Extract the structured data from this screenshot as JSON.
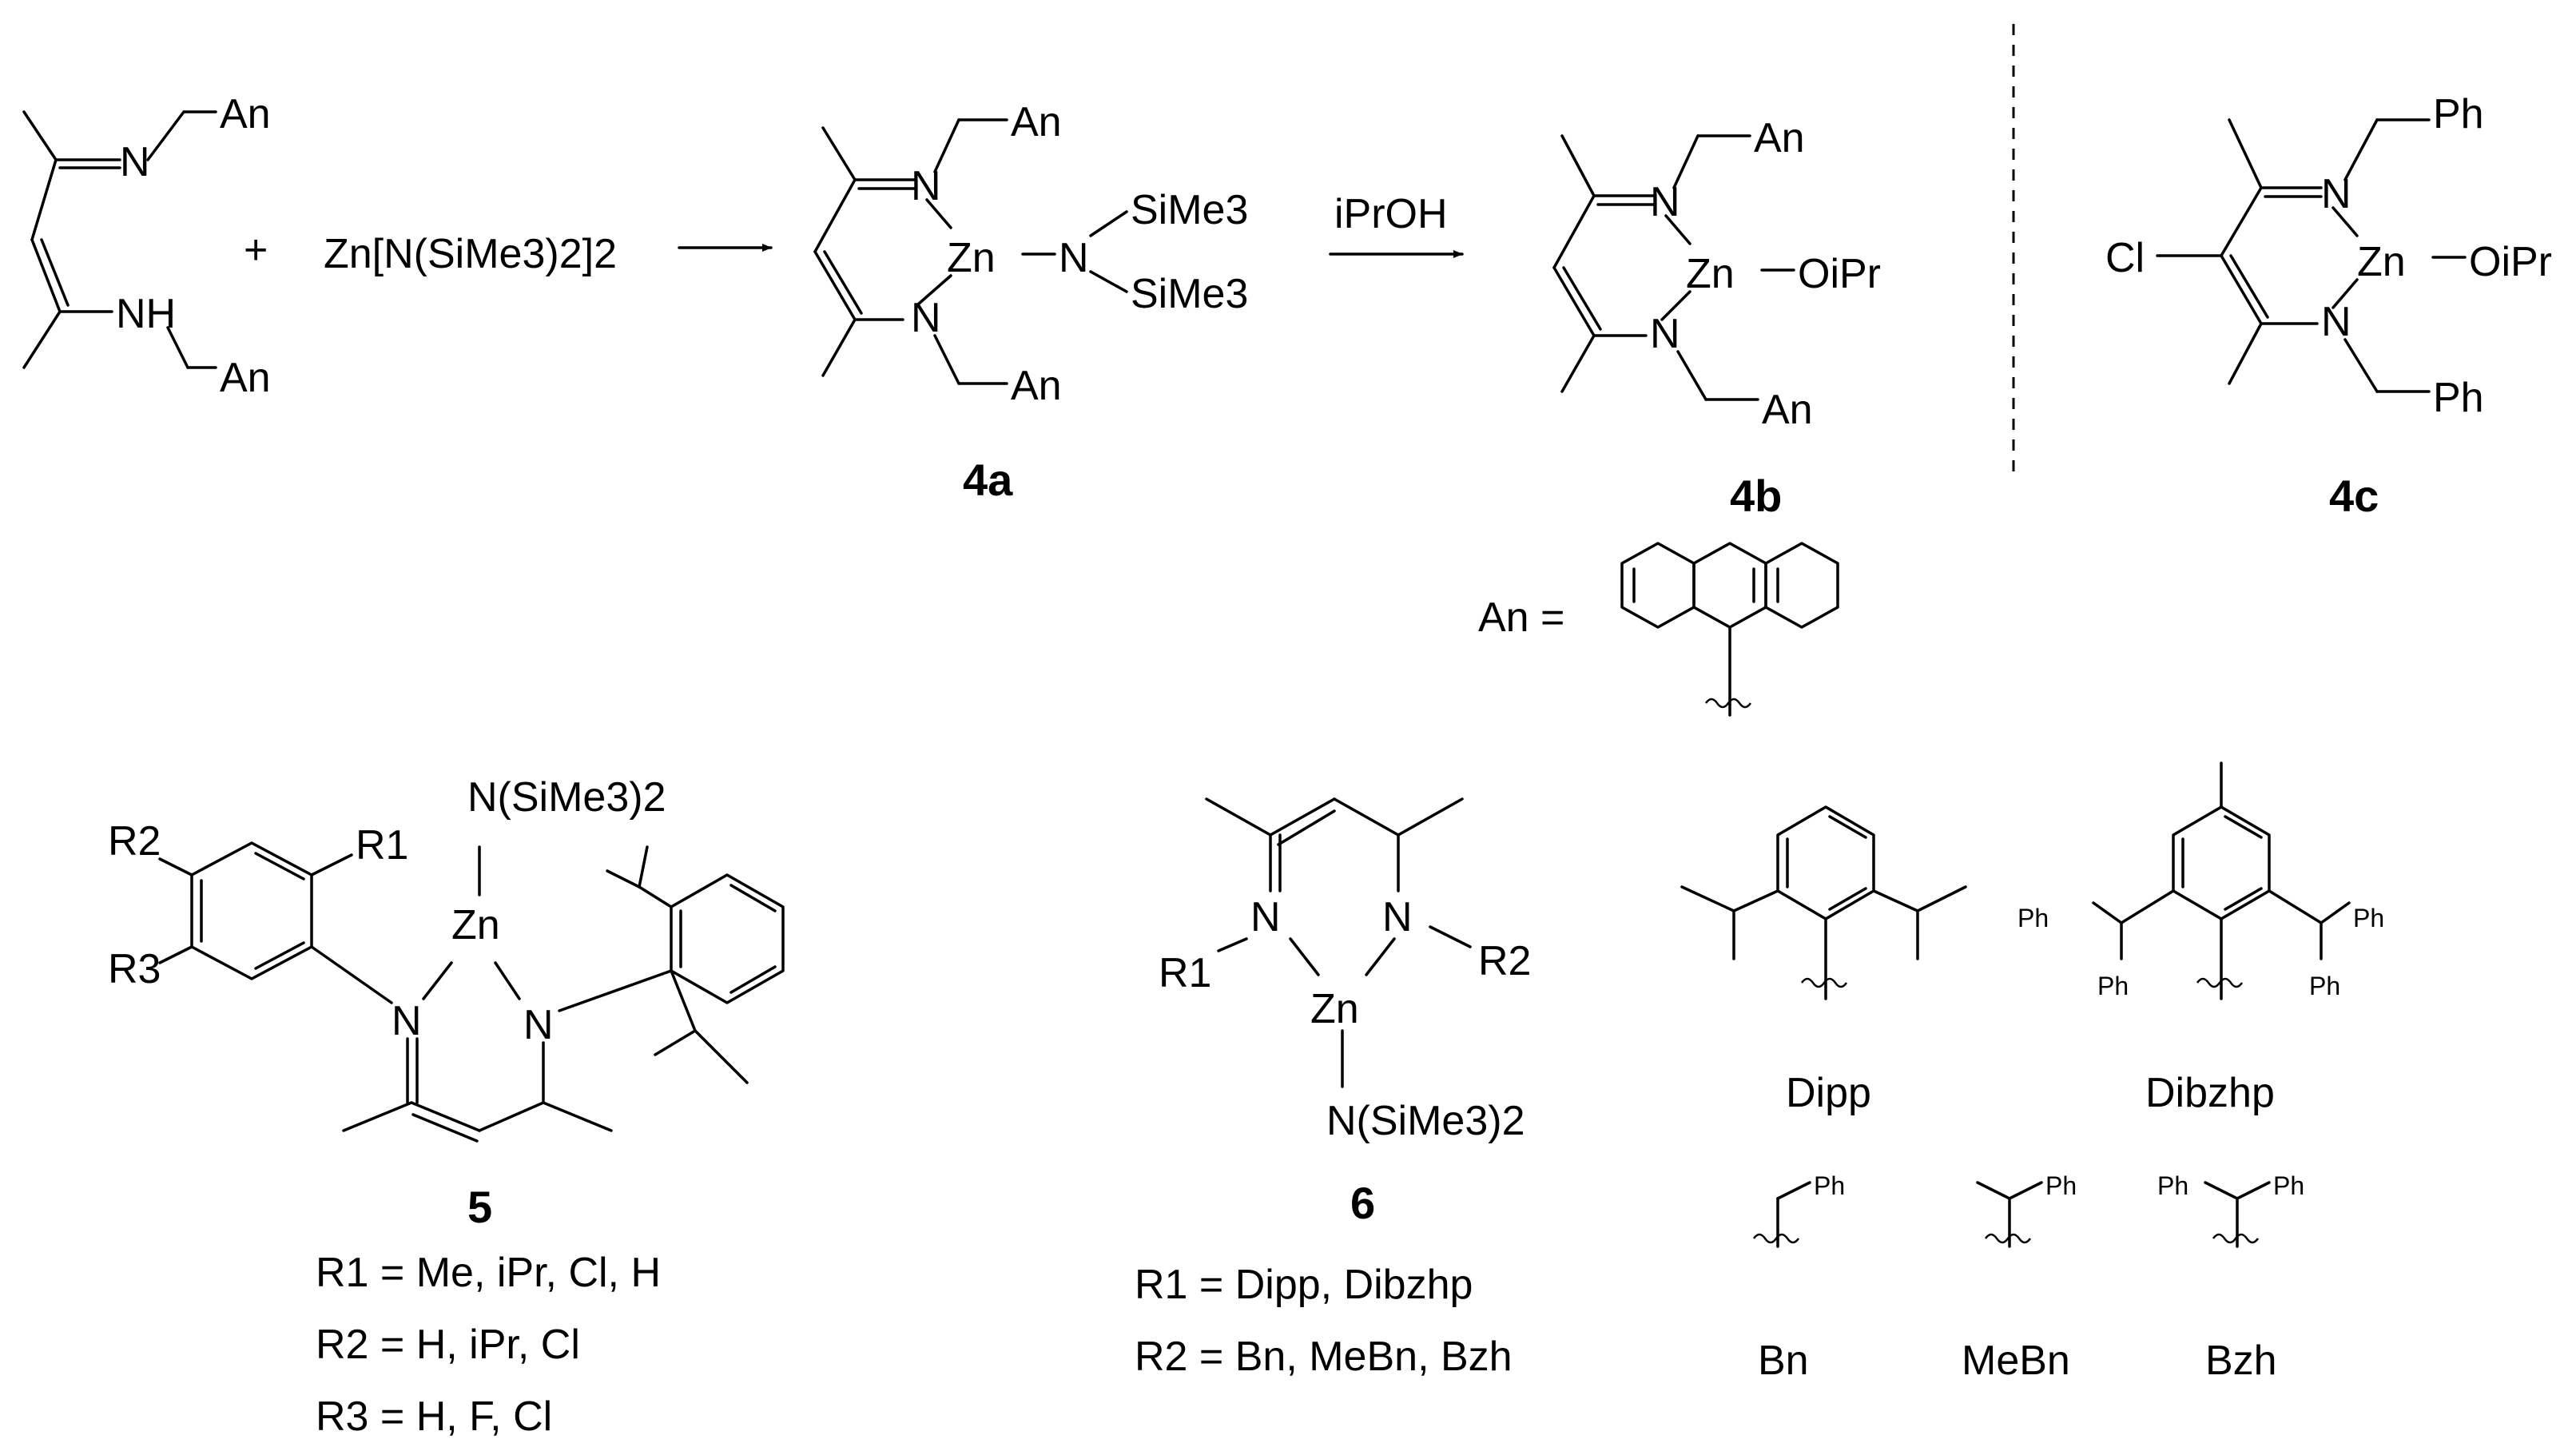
{
  "scheme": {
    "reagent": "Zn[N(SiMe3)2]2",
    "plus": "+",
    "arrow2_reagent": "iPrOH",
    "atoms": {
      "N": "N",
      "NH": "NH",
      "Zn": "Zn",
      "An": "An",
      "Ph": "Ph",
      "Cl": "Cl",
      "SiMe3": "SiMe3",
      "OiPr": "OiPr",
      "NSiMe32": "N(SiMe3)2",
      "R1": "R1",
      "R2": "R2",
      "R3": "R3"
    },
    "compounds": {
      "c4a": "4a",
      "c4b": "4b",
      "c4c": "4c",
      "c5": "5",
      "c6": "6"
    },
    "an_definition": "An =",
    "r_defs_5": {
      "r1": "R1 = Me, iPr, Cl, H",
      "r2": "R2 = H, iPr, Cl",
      "r3": "R3 = H, F, Cl"
    },
    "r_defs_6": {
      "r1": "R1 = Dipp, Dibzhp",
      "r2": "R2 = Bn, MeBn, Bzh"
    },
    "substituents": {
      "dipp": "Dipp",
      "dibzhp": "Dibzhp",
      "bn": "Bn",
      "mebn": "MeBn",
      "bzh": "Bzh"
    }
  }
}
